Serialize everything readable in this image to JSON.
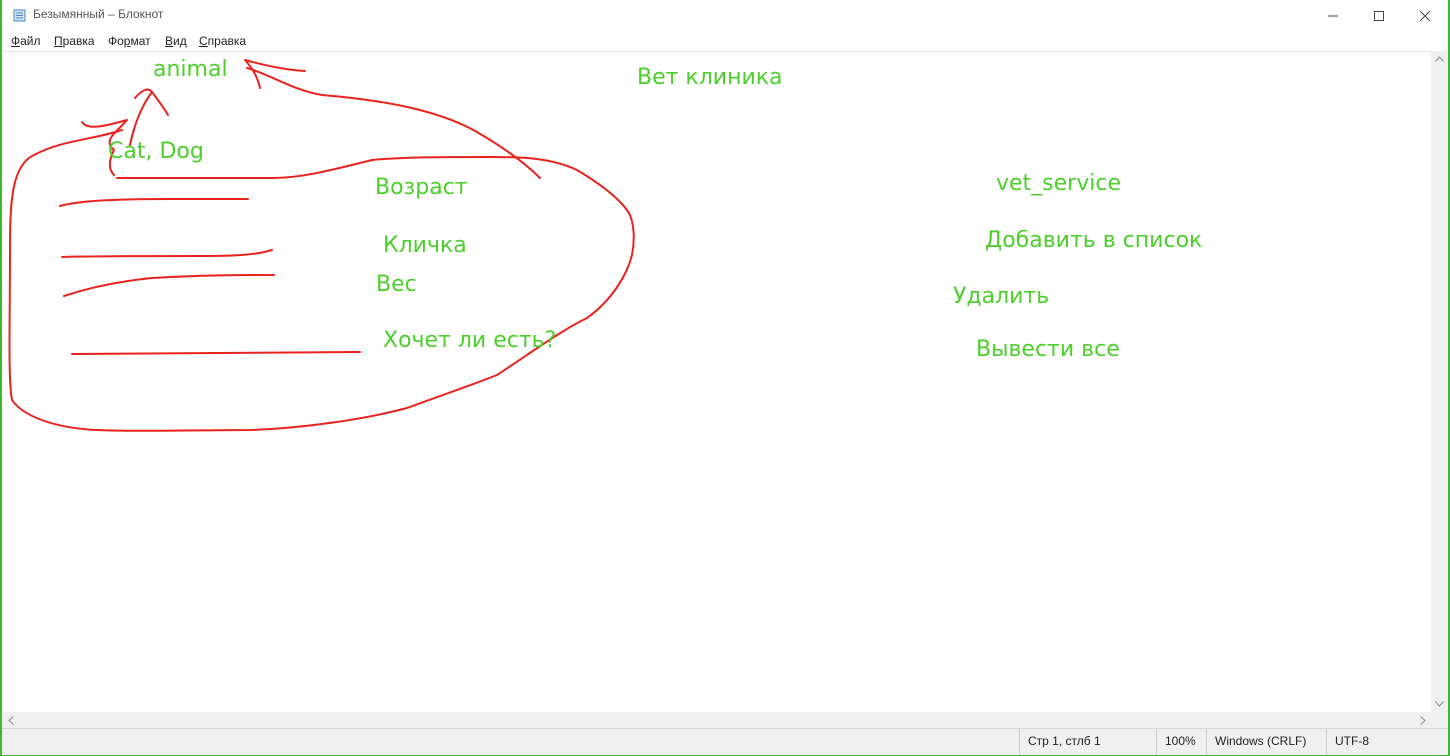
{
  "window": {
    "title": "Безымянный – Блокнот",
    "controls": {
      "minimize": "—",
      "maximize": "☐",
      "close": "✕"
    }
  },
  "menu": {
    "items": [
      {
        "first": "Ф",
        "rest": "айл"
      },
      {
        "first": "П",
        "rest": "равка"
      },
      {
        "pre": "Фо",
        "first": "р",
        "rest": "мат"
      },
      {
        "first": "В",
        "rest": "ид"
      },
      {
        "first": "С",
        "rest": "правка"
      }
    ]
  },
  "annotations": {
    "animal": "animal",
    "cat_dog": "Cat, Dog",
    "vet_clinic": "Вет клиника",
    "age": "Возраст",
    "nickname": "Кличка",
    "weight": "Вес",
    "hungry": "Хочет ли есть?",
    "vet_service": "vet_service",
    "add_to_list": "Добавить в список",
    "delete": "Удалить",
    "show_all": "Вывести все"
  },
  "colors": {
    "annotation_text": "#4ccf2b",
    "ink": "#e8231f",
    "background": "#3dba2e"
  },
  "status": {
    "position": "Стр 1, стлб 1",
    "zoom": "100%",
    "line_endings": "Windows (CRLF)",
    "encoding": "UTF-8"
  }
}
